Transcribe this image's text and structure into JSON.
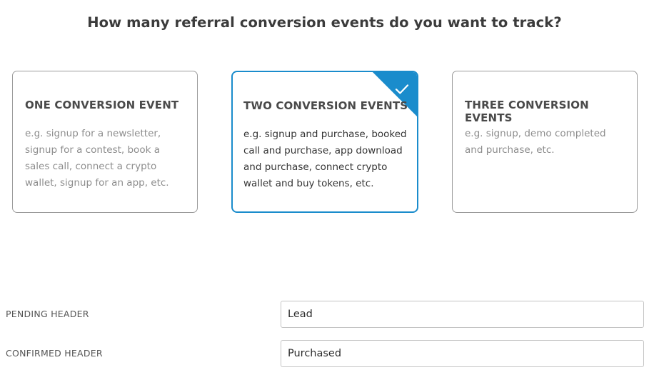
{
  "heading": "How many referral conversion events do you want to track?",
  "theme": {
    "accent": "#1a8ccc",
    "card_border": "#9b9b9b",
    "heading_color": "#3b3b3b",
    "muted_text": "#8d8d8d",
    "selected_text": "#353535",
    "input_border": "#c4c4c4"
  },
  "options": [
    {
      "title": "ONE CONVERSION EVENT",
      "description": "e.g. signup for a newsletter, signup for a contest, book a sales call, connect a crypto wallet, signup for an app, etc.",
      "selected": false
    },
    {
      "title": "TWO CONVERSION EVENTS",
      "description": "e.g. signup and purchase, booked call and purchase, app download and purchase, connect crypto wallet and buy tokens, etc.",
      "selected": true,
      "badge_icon": "check-icon"
    },
    {
      "title": "THREE CONVERSION EVENTS",
      "description": "e.g. signup, demo completed and purchase, etc.",
      "selected": false
    }
  ],
  "fields": [
    {
      "label": "PENDING HEADER",
      "value": "Lead"
    },
    {
      "label": "CONFIRMED HEADER",
      "value": "Purchased"
    }
  ]
}
